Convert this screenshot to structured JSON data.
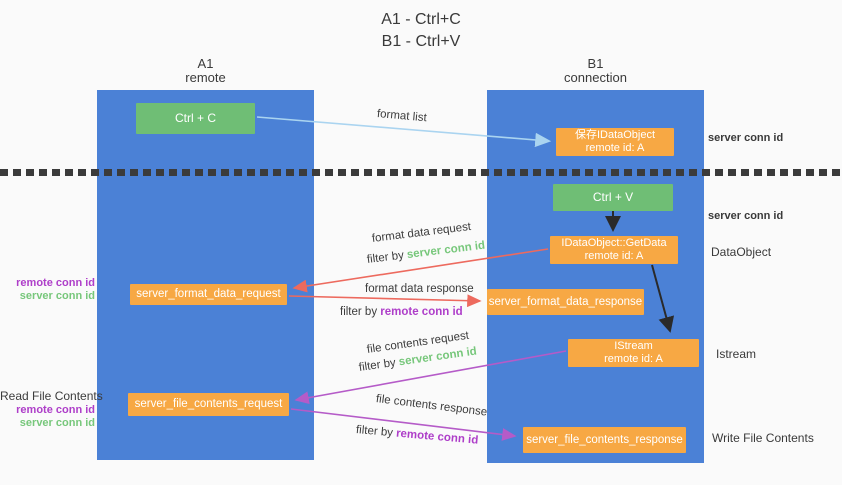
{
  "title": {
    "line1": "A1 - Ctrl+C",
    "line2": "B1 - Ctrl+V"
  },
  "lifelines": {
    "a1": {
      "name": "A1",
      "role": "remote"
    },
    "b1": {
      "name": "B1",
      "role": "connection"
    }
  },
  "nodes": {
    "ctrl_c": {
      "label": "Ctrl + C"
    },
    "ctrl_v": {
      "label": "Ctrl + V"
    },
    "save_dataobject": {
      "line1": "保存IDataObject",
      "line2": "remote id: A"
    },
    "getdata": {
      "line1": "IDataObject::GetData",
      "line2": "remote id: A"
    },
    "istream": {
      "line1": "IStream",
      "line2": "remote id: A"
    },
    "format_request": {
      "label": "server_format_data_request"
    },
    "format_response": {
      "label": "server_format_data_response"
    },
    "file_request": {
      "label": "server_file_contents_request"
    },
    "file_response": {
      "label": "server_file_contents_response"
    }
  },
  "arrows": {
    "format_list": {
      "label": "format list"
    },
    "format_data_request": {
      "label": "format data request",
      "filter_prefix": "filter by ",
      "filter_key": "server conn id"
    },
    "format_data_response": {
      "label": "format data response",
      "filter_prefix": "filter by ",
      "filter_key": "remote conn id"
    },
    "file_contents_request": {
      "label": "file contents request",
      "filter_prefix": "filter by ",
      "filter_key": "server conn id"
    },
    "file_contents_response": {
      "label": "file contents response",
      "filter_prefix": "filter by ",
      "filter_key": "remote conn id"
    }
  },
  "side_labels": {
    "right_server_conn_id_top": "server conn id",
    "right_server_conn_id_mid": "server conn id",
    "right_dataobject": "DataObject",
    "right_istream": "Istream",
    "right_write_file_contents": "Write File Contents",
    "left_remote_conn_id_1": "remote conn id",
    "left_server_conn_id_1": "server conn id",
    "left_read_file_contents": "Read File Contents",
    "left_remote_conn_id_2": "remote conn id",
    "left_server_conn_id_2": "server conn id"
  },
  "colors": {
    "background": "#fafafa",
    "column_blue": "#4b81d6",
    "box_green": "#6fbe75",
    "box_orange": "#f7a844",
    "arrow_lightblue": "#aad4f0",
    "arrow_red": "#ed6a5e",
    "arrow_purple": "#b55bc8",
    "arrow_black": "#2a2a2a",
    "text_green": "#77c77b",
    "text_purple": "#ae3ec9",
    "text_dark": "#3c3c3c"
  }
}
